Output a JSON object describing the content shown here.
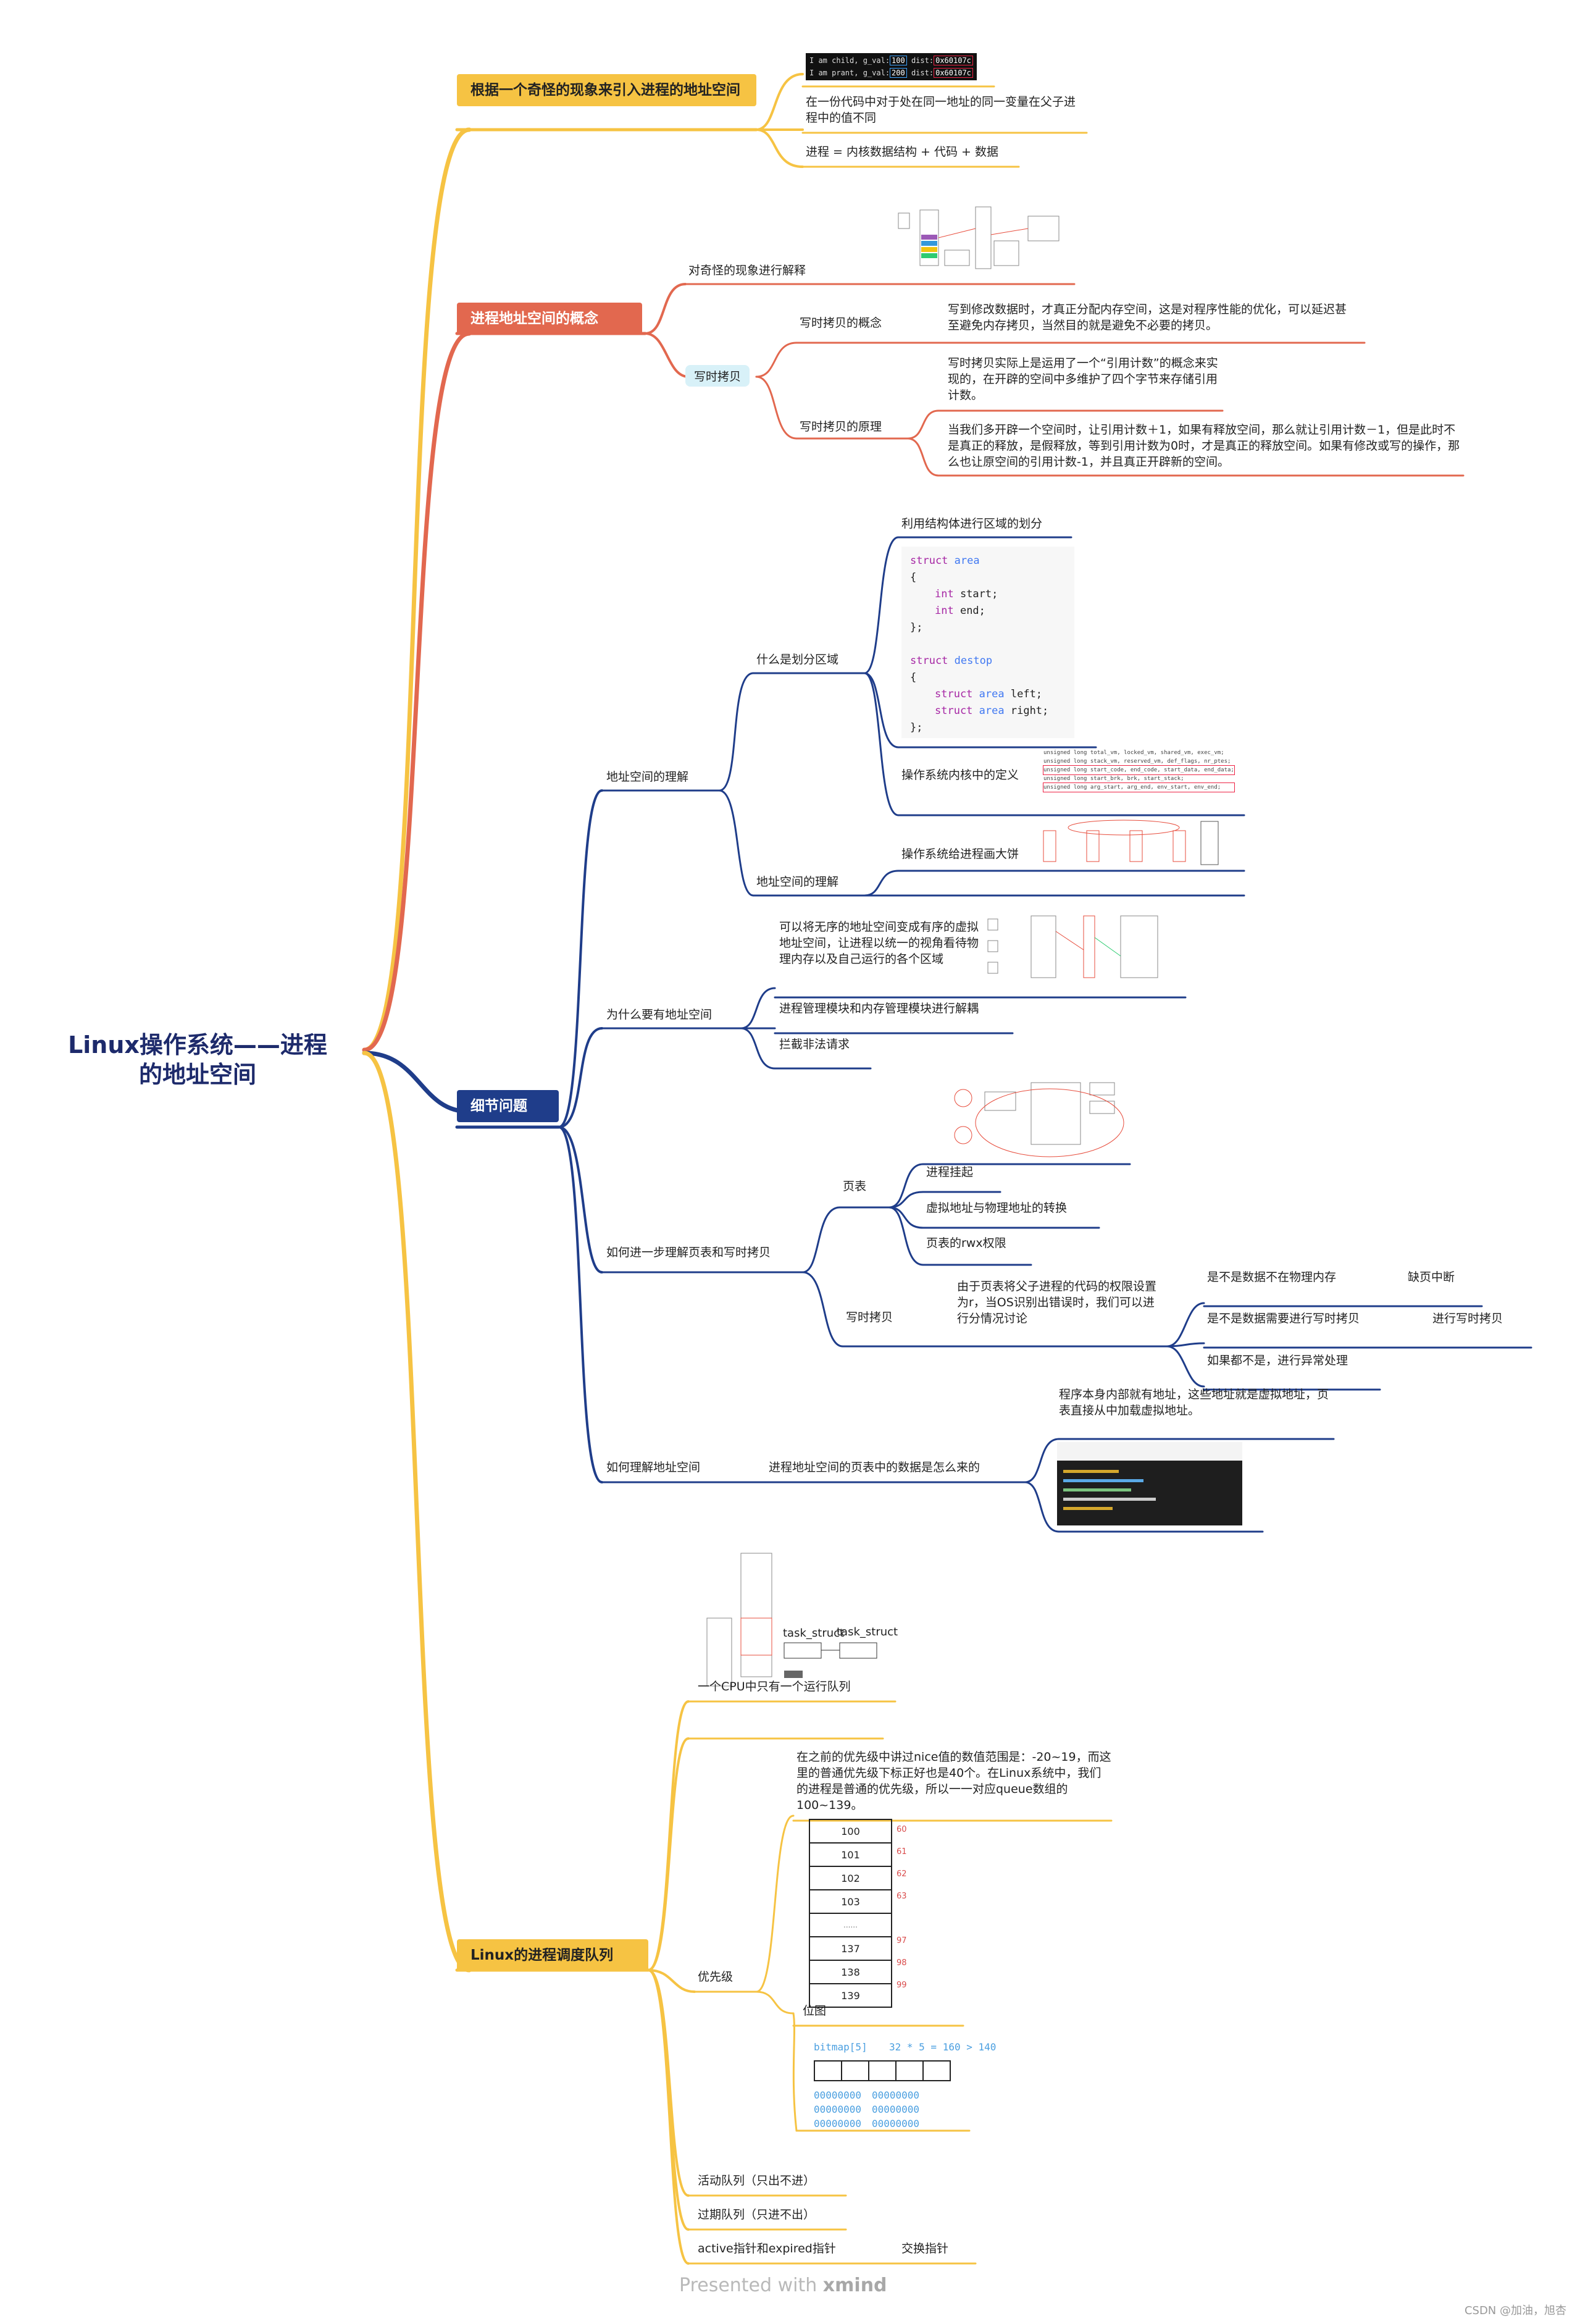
{
  "root": {
    "title": "Linux操作系统——进程的地址空间"
  },
  "colors": {
    "yellow": "#f6c343",
    "orange": "#e2684f",
    "navy": "#1f3d8a",
    "pill": "#d8f1f8"
  },
  "branch1": {
    "label": "根据一个奇怪的现象来引入进程的地址空间",
    "terminal": [
      "I am child, g_val:100, dist:0x60107c",
      "I am prant, g_val:200, dist:0x60107c"
    ],
    "items": [
      "在一份代码中对于处在同一地址的同一变量在父子进程中的值不同",
      "进程 = 内核数据结构 + 代码 + 数据"
    ]
  },
  "branch2": {
    "label": "进程地址空间的概念",
    "explain": "对奇怪的现象进行解释",
    "cow": {
      "label": "写时拷贝",
      "concept_label": "写时拷贝的概念",
      "concept_text": "写到修改数据时，才真正分配内存空间，这是对程序性能的优化，可以延迟甚至避免内存拷贝，当然目的就是避免不必要的拷贝。",
      "principle_label": "写时拷贝的原理",
      "principle_texts": [
        "写时拷贝实际上是运用了一个“引用计数”的概念来实现的，在开辟的空间中多维护了四个字节来存储引用计数。",
        "当我们多开辟一个空间时，让引用计数＋1，如果有释放空间，那么就让引用计数－1，但是此时不是真正的释放，是假释放，等到引用计数为0时，才是真正的释放空间。如果有修改或写的操作，那么也让原空间的引用计数-1，并且真正开辟新的空间。"
      ]
    }
  },
  "branch3": {
    "label": "细节问题",
    "addr_understanding": {
      "label": "地址空间的理解",
      "what_region": "什么是划分区域",
      "use_struct": "利用结构体进行区域的划分",
      "code": [
        {
          "k": "struct",
          "t": "area"
        },
        "{",
        "int start;",
        "int end;",
        "};",
        "",
        {
          "k": "struct",
          "t": "destop"
        },
        "{",
        "struct area left;",
        "struct area right;",
        "};"
      ],
      "kernel_def": "操作系统内核中的定义",
      "kernel_lines": [
        "unsigned long total_vm, locked_vm, shared_vm, exec_vm;",
        "unsigned long stack_vm, reserved_vm, def_flags, nr_ptes;",
        "unsigned long start_code, end_code, start_data, end_data;",
        "unsigned long start_brk, brk, start_stack;",
        "unsigned long arg_start, arg_end, env_start, env_end;"
      ],
      "addr_label": "地址空间的理解",
      "os_pie": "操作系统给进程画大饼"
    },
    "why": {
      "label": "为什么要有地址空间",
      "items": [
        "可以将无序的地址空间变成有序的虚拟地址空间，让进程以统一的视角看待物理内存以及自己运行的各个区域",
        "进程管理模块和内存管理模块进行解耦",
        "拦截非法请求"
      ]
    },
    "pagetable": {
      "label": "如何进一步理解页表和写时拷贝",
      "pt_label": "页表",
      "pt_items": [
        "进程挂起",
        "虚拟地址与物理地址的转换",
        "页表的rwx权限"
      ],
      "cow_label": "写时拷贝",
      "cow_text": "由于页表将父子进程的代码的权限设置为r，当OS识别出错误时，我们可以进行分情况讨论",
      "cases": [
        "是不是数据不在物理内存",
        "是不是数据需要进行写时拷贝",
        "如果都不是，进行异常处理"
      ],
      "case_results": [
        "缺页中断",
        "进行写时拷贝"
      ]
    },
    "howaddr": {
      "label": "如何理解地址空间",
      "sub": "进程地址空间的页表中的数据是怎么来的",
      "text": "程序本身内部就有地址，这些地址就是虚拟地址，页表直接从中加载虚拟地址。"
    }
  },
  "branch4": {
    "label": "Linux的进程调度队列",
    "runqueue": "一个CPU中只有一个运行队列",
    "task_labels": [
      "task_struct",
      "task_struct"
    ],
    "priority": {
      "label": "优先级",
      "text": "在之前的优先级中讲过nice值的数值范围是：-20~19，而这里的普通优先级下标正好也是40个。在Linux系统中，我们的进程是普通的优先级，所以一一对应queue数组的100~139。",
      "queue": [
        "100",
        "101",
        "102",
        "103",
        "......",
        "137",
        "138",
        "139"
      ],
      "queue_right": [
        "60",
        "61",
        "62",
        "63",
        "",
        "97",
        "98",
        "99"
      ],
      "bitmap_label": "位图",
      "bitmap_caption": "bitmap[5]",
      "bitmap_formula": "32 * 5 = 160 > 140",
      "bits": [
        "00000000",
        "00000000",
        "00000000",
        "00000000",
        "00000000",
        "00000000"
      ]
    },
    "active": "活动队列（只出不进）",
    "expired": "过期队列（只进不出）",
    "pointers": "active指针和expired指针",
    "swap": "交换指针"
  },
  "footer": {
    "presented": "Presented with",
    "brand": "xmind",
    "credit": "CSDN @加油，旭杏"
  }
}
